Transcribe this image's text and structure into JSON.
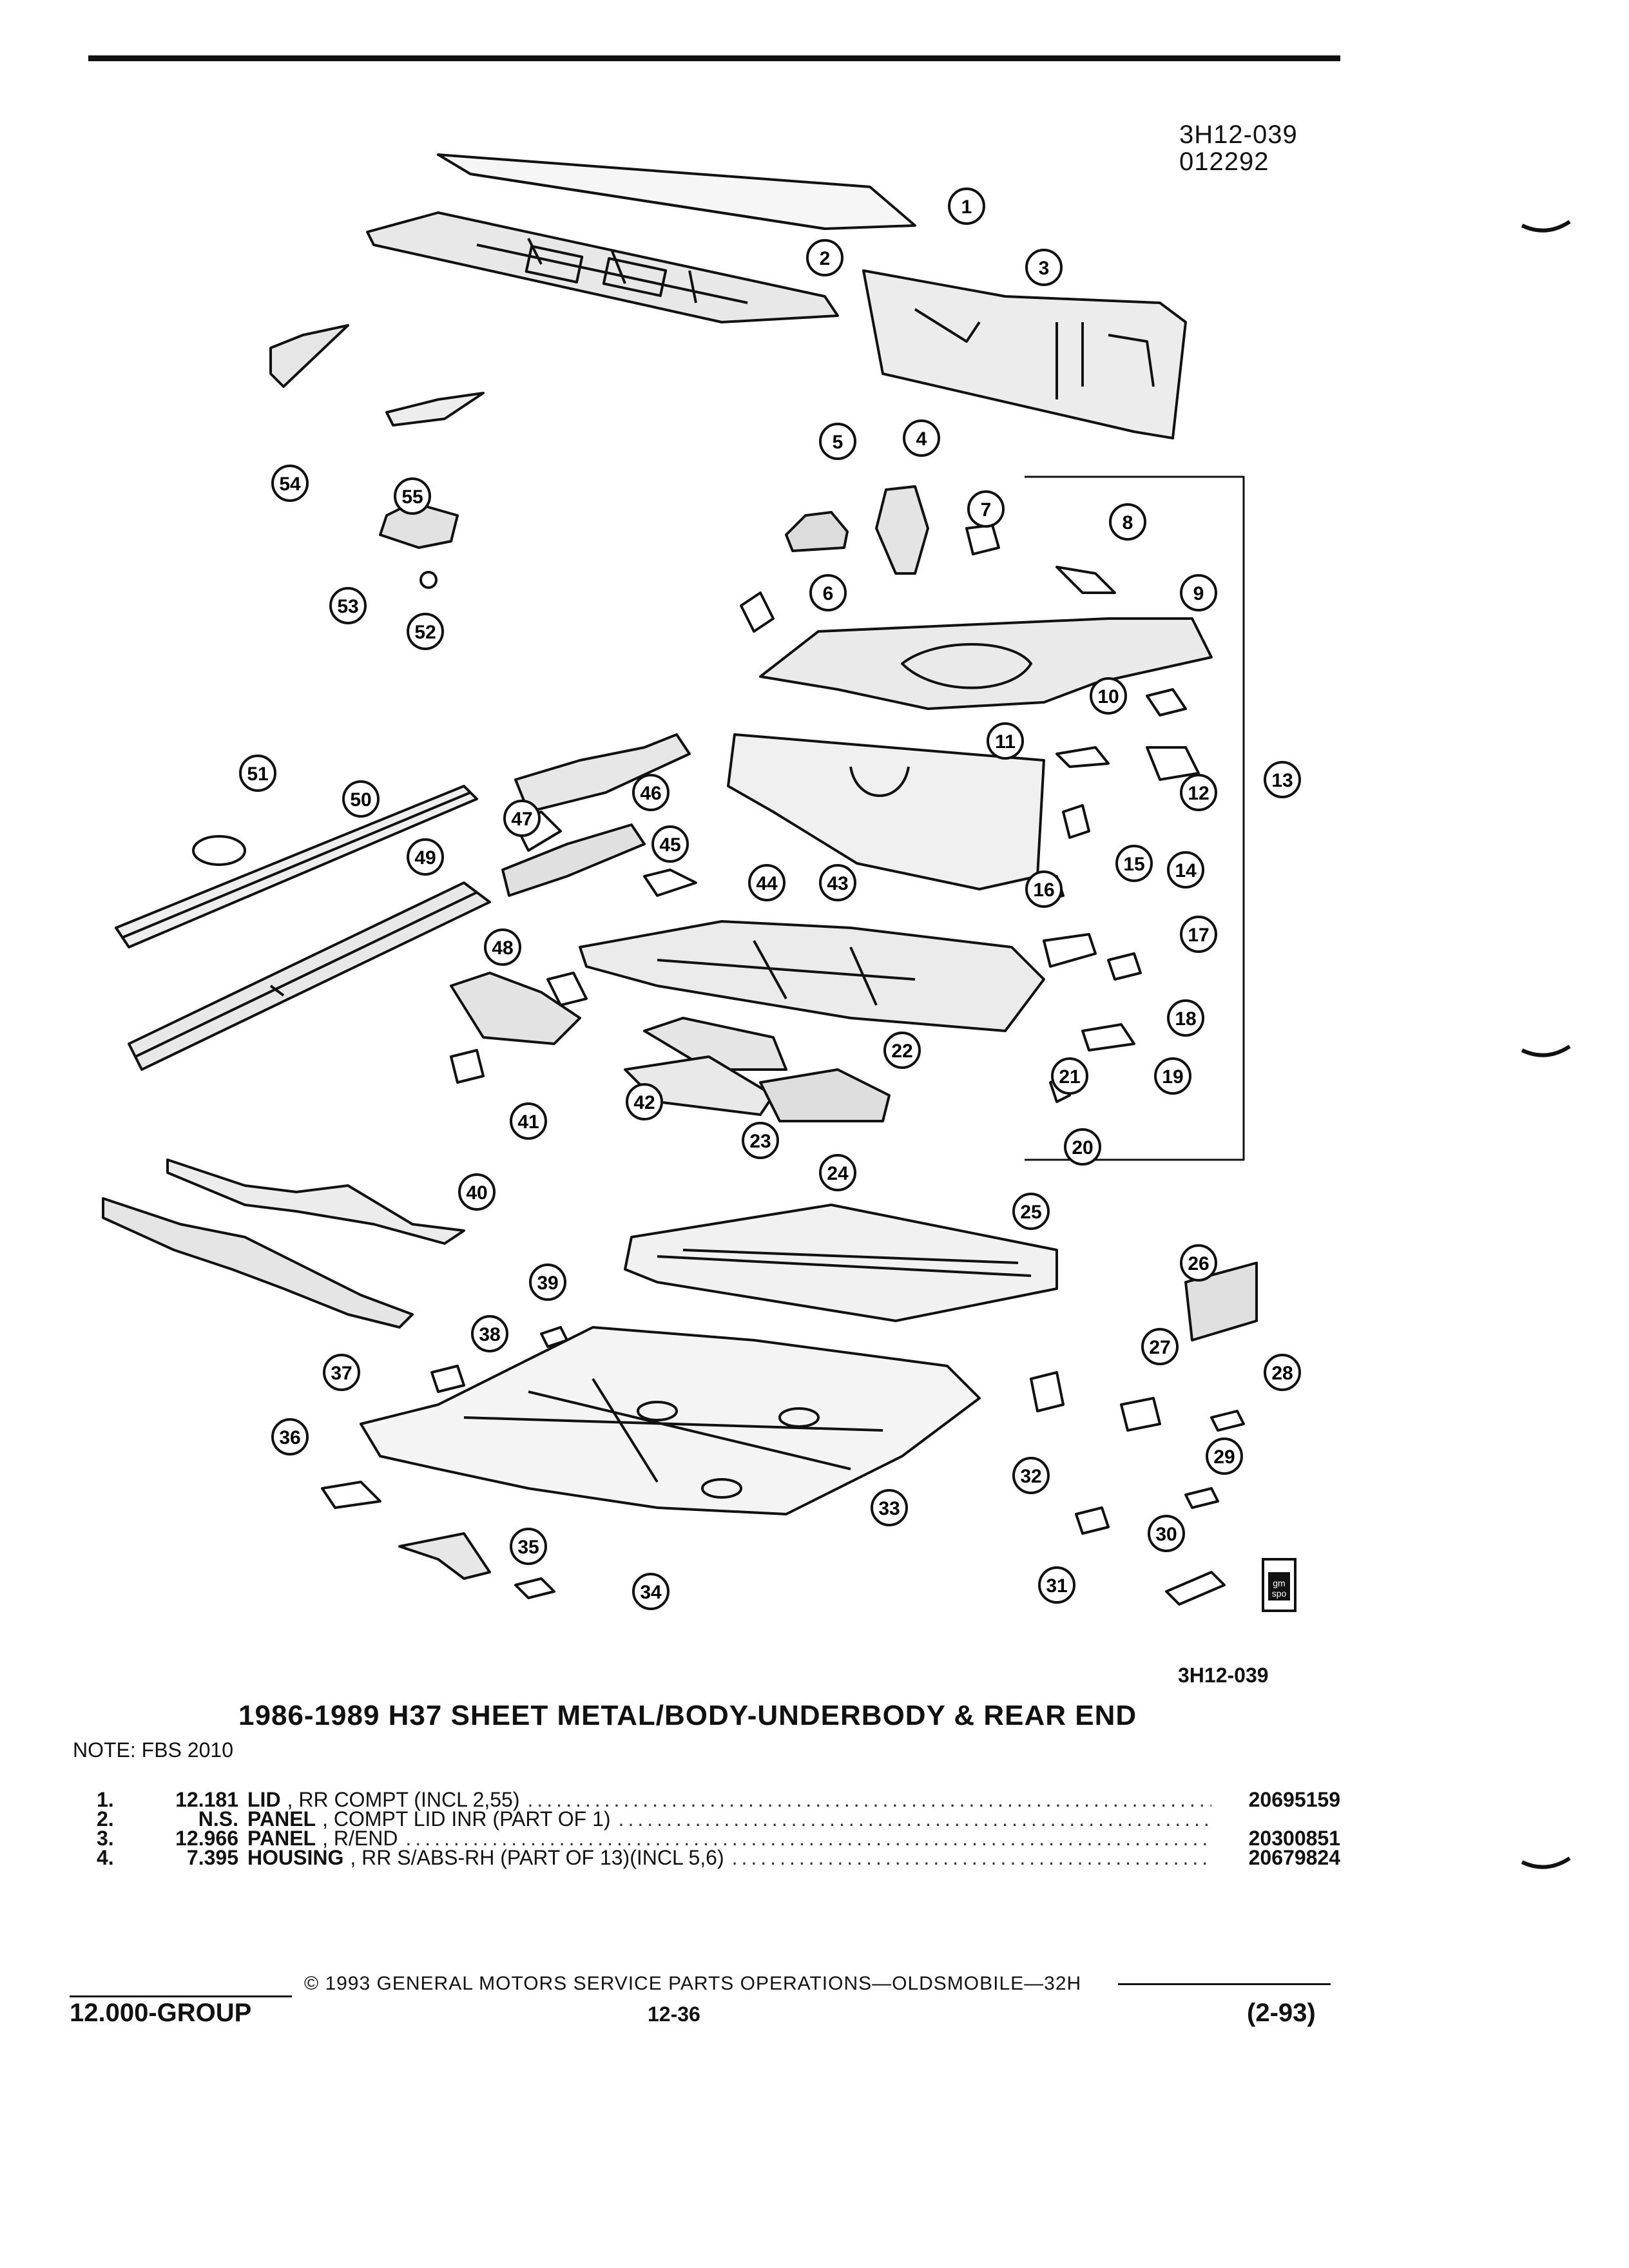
{
  "header": {
    "code_line1": "3H12-039",
    "code_line2": "012292"
  },
  "figure": {
    "code": "3H12-039",
    "callouts": [
      "1",
      "2",
      "3",
      "4",
      "5",
      "6",
      "7",
      "8",
      "9",
      "10",
      "11",
      "12",
      "13",
      "14",
      "15",
      "16",
      "17",
      "18",
      "19",
      "20",
      "21",
      "22",
      "23",
      "24",
      "25",
      "26",
      "27",
      "28",
      "29",
      "30",
      "31",
      "32",
      "33",
      "34",
      "35",
      "36",
      "37",
      "38",
      "39",
      "40",
      "41",
      "42",
      "43",
      "44",
      "45",
      "46",
      "47",
      "48",
      "49",
      "50",
      "51",
      "52",
      "53",
      "54",
      "55"
    ],
    "logo_text": "gm spo"
  },
  "title": "1986-1989 H37 SHEET METAL/BODY-UNDERBODY & REAR END",
  "note": "NOTE: FBS 2010",
  "parts": [
    {
      "num": "1.",
      "ref": "12.181",
      "name": "LID",
      "desc": ", RR COMPT (INCL 2,55)",
      "part_no": "20695159"
    },
    {
      "num": "2.",
      "ref": "N.S.",
      "name": "PANEL",
      "desc": ", COMPT LID INR (PART OF 1)",
      "part_no": ""
    },
    {
      "num": "3.",
      "ref": "12.966",
      "name": "PANEL",
      "desc": ", R/END",
      "part_no": "20300851"
    },
    {
      "num": "4.",
      "ref": "7.395",
      "name": "HOUSING",
      "desc": ", RR S/ABS-RH (PART OF 13)(INCL 5,6)",
      "part_no": "20679824"
    }
  ],
  "footer": {
    "copyright": "© 1993 GENERAL MOTORS SERVICE PARTS OPERATIONS—OLDSMOBILE—32H",
    "group": "12.000-GROUP",
    "page": "12-36",
    "date": "(2-93)"
  }
}
